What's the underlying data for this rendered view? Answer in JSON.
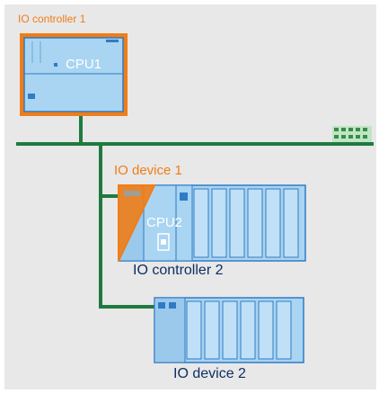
{
  "labels": {
    "controller1": "IO controller 1",
    "device1": "IO device 1",
    "controller2": "IO controller 2",
    "device2": "IO device 2"
  },
  "modules": {
    "cpu1": "CPU1",
    "cpu2": "CPU2"
  },
  "colors": {
    "network": "#1f7a3f",
    "highlight": "#f07d17",
    "module_body": "#a9d4f2",
    "module_border": "#2f7bc4",
    "label_text": "#0c2f63"
  },
  "icons": [
    "network-switch-icon"
  ]
}
